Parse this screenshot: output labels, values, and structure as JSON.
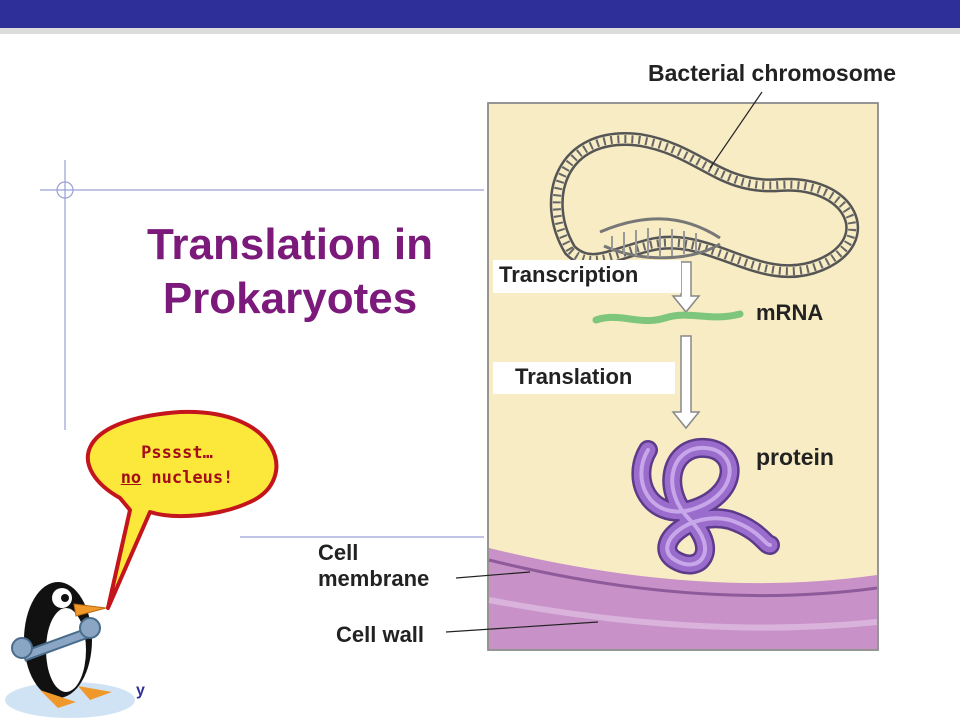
{
  "slide": {
    "title_line1": "Translation in",
    "title_line2": "Prokaryotes"
  },
  "diagram": {
    "bacterial_chromosome": "Bacterial chromosome",
    "transcription": "Transcription",
    "mrna": "mRNA",
    "translation": "Translation",
    "protein": "protein",
    "cell_membrane_line1": "Cell",
    "cell_membrane_line2": "membrane",
    "cell_wall": "Cell wall"
  },
  "callout": {
    "line1": "Psssst…",
    "line2_em": "no",
    "line2_rest": " nucleus!"
  },
  "footer": {
    "partial_text": "y"
  },
  "colors": {
    "top_bar": "#2f2f99",
    "title": "#7b1a7b",
    "cytoplasm": "#f7ecc4",
    "membrane": "#b689c0",
    "protein": "#8a57b7",
    "mrna": "#7ec67b",
    "bubble_fill": "#fbe83a",
    "bubble_stroke": "#c4151c",
    "callout_text": "#a30e1a"
  }
}
